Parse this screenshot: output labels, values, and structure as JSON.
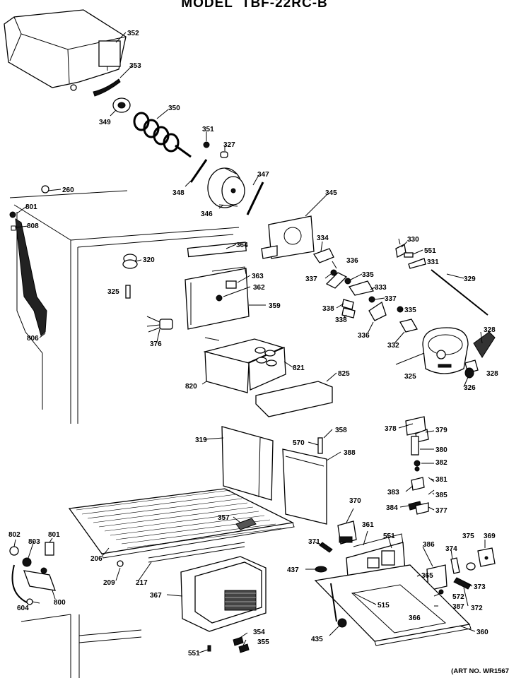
{
  "header": {
    "model_label": "MODEL",
    "model_number": "TBF-22RC-B"
  },
  "footer": {
    "art_number": "(ART NO. WR1567"
  },
  "part_labels": {
    "p352": "352",
    "p353": "353",
    "p349": "349",
    "p350": "350",
    "p351": "351",
    "p327": "327",
    "p347": "347",
    "p348": "348",
    "p346": "346",
    "p260": "260",
    "p345": "345",
    "p801": "801",
    "p808": "808",
    "p364": "364",
    "p320": "320",
    "p334": "334",
    "p330": "330",
    "p551a": "551",
    "p331": "331",
    "p336": "336",
    "p363": "363",
    "p337a": "337",
    "p335a": "335",
    "p329": "329",
    "p325a": "325",
    "p362": "362",
    "p333": "333",
    "p337b": "337",
    "p359": "359",
    "p338a": "338",
    "p335b": "335",
    "p338b": "338",
    "p336b": "336",
    "p806": "806",
    "p376": "376",
    "p332": "332",
    "p328a": "328",
    "p328b": "328",
    "p821": "821",
    "p825": "825",
    "p325b": "325",
    "p820": "820",
    "p326": "326",
    "p319": "319",
    "p570": "570",
    "p358": "358",
    "p388": "388",
    "p378": "378",
    "p379": "379",
    "p380": "380",
    "p382": "382",
    "p381": "381",
    "p383": "383",
    "p385": "385",
    "p384": "384",
    "p377": "377",
    "p357": "357",
    "p370": "370",
    "p802": "802",
    "p803": "803",
    "p801b": "801",
    "p361": "361",
    "p551b": "551",
    "p371": "371",
    "p386": "386",
    "p375": "375",
    "p369": "369",
    "p374": "374",
    "p206": "206",
    "p437": "437",
    "p365": "365",
    "p209": "209",
    "p217": "217",
    "p373": "373",
    "p604": "604",
    "p800": "800",
    "p367": "367",
    "p515": "515",
    "p366": "366",
    "p572": "572",
    "p387": "387",
    "p372": "372",
    "p435": "435",
    "p360": "360",
    "p354": "354",
    "p355": "355",
    "p551c": "551"
  },
  "icons": [
    "ice-bucket-icon",
    "auger-spring-icon",
    "ice-maker-icon",
    "fan-motor-icon",
    "cabinet-outline-icon",
    "shelf-icon",
    "evaporator-cover-icon"
  ]
}
